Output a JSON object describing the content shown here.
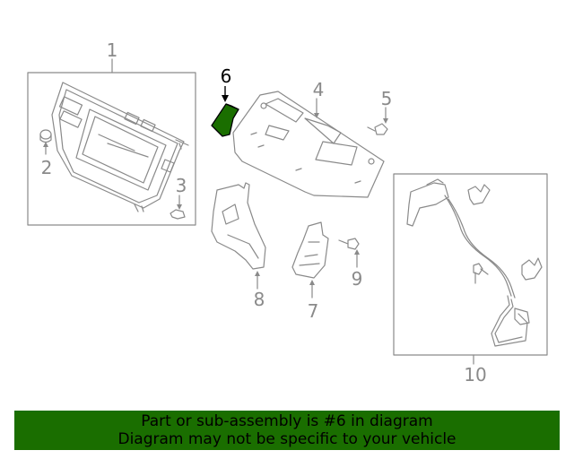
{
  "callouts": {
    "c1": "1",
    "c2": "2",
    "c3": "3",
    "c4": "4",
    "c5": "5",
    "c6": "6",
    "c7": "7",
    "c8": "8",
    "c9": "9",
    "c10": "10"
  },
  "banner": {
    "line1": "Part or sub-assembly is #6 in diagram",
    "line2": "Diagram may not be specific to your vehicle"
  },
  "colors": {
    "highlight_part": "#1a6e00",
    "banner_bg": "#1a6e00",
    "line_art": "#8a8a8a"
  }
}
